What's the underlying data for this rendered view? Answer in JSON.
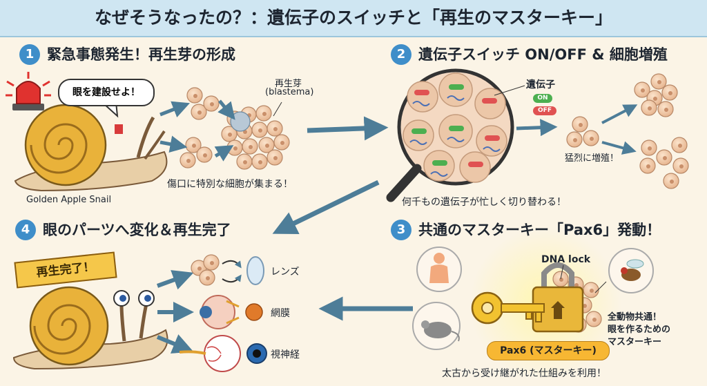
{
  "title": "なぜそうなったの？：遺伝子のスイッチと「再生のマスターキー」",
  "steps": [
    {
      "num": "1",
      "title": "緊急事態発生！再生芽の形成"
    },
    {
      "num": "2",
      "title": "遺伝子スイッチ ON/OFF & 細胞増殖"
    },
    {
      "num": "3",
      "title": "共通のマスターキー「Pax6」発動！"
    },
    {
      "num": "4",
      "title": "眼のパーツへ変化＆再生完了"
    }
  ],
  "panel1": {
    "bubble": "眼を建設せよ！",
    "blastema_label": "再生芽",
    "blastema_sub": "(blastema)",
    "snail_name": "Golden Apple Snail",
    "caption": "傷口に特別な細胞が集まる！"
  },
  "panel2": {
    "gene_label": "遺伝子",
    "on": "ON",
    "off": "OFF",
    "proliferation": "猛烈に増殖！",
    "caption": "何千もの遺伝子が忙しく切り替わる！"
  },
  "panel3": {
    "lock_label": "DNA lock",
    "key_label": "Pax6 (マスターキー)",
    "common_line1": "全動物共通！",
    "common_line2": "眼を作るための",
    "common_line3": "マスターキー",
    "caption": "太古から受け継がれた仕組みを利用！"
  },
  "panel4": {
    "banner": "再生完了！",
    "parts": [
      "レンズ",
      "網膜",
      "視神経"
    ]
  },
  "colors": {
    "header_bg": "#cfe6f2",
    "step_badge": "#3f8ec9",
    "arrow": "#4d7d98",
    "cell": "#f0c9a6",
    "snail_shell": "#e9b23a",
    "key_gold": "#f2c230"
  }
}
